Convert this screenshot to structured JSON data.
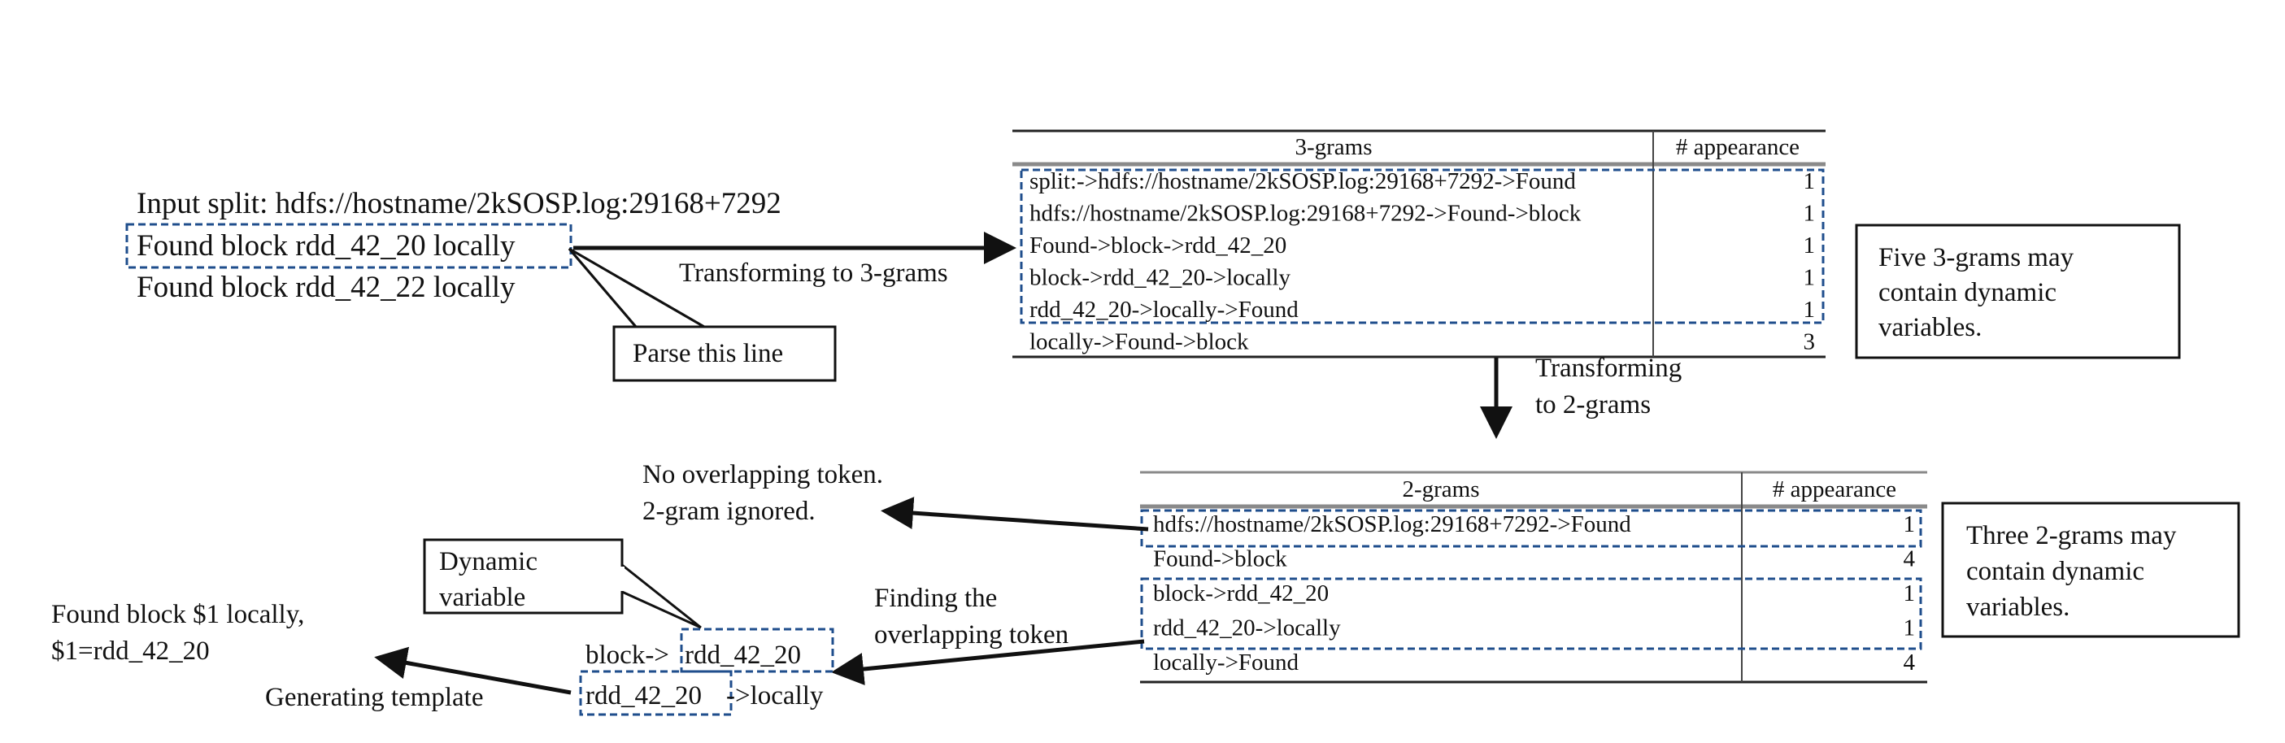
{
  "input_log": {
    "lines": [
      "Input split: hdfs://hostname/2kSOSP.log:29168+7292",
      "Found block rdd_42_20 locally",
      "Found block rdd_42_22 locally"
    ],
    "highlighted_line_index": 1
  },
  "callouts": {
    "parse_line": "Parse this line",
    "dynamic_variable_line1": "Dynamic",
    "dynamic_variable_line2": "variable"
  },
  "arrows": {
    "to_3grams": "Transforming to 3-grams",
    "to_2grams_line1": "Transforming",
    "to_2grams_line2": "to 2-grams",
    "no_overlap_line1": "No overlapping token.",
    "no_overlap_line2": "2-gram ignored.",
    "finding_line1": "Finding the",
    "finding_line2": "overlapping token",
    "generating": "Generating template"
  },
  "trigram_table": {
    "headers": [
      "3-grams",
      "# appearance"
    ],
    "rows": [
      {
        "gram": "split:->hdfs://hostname/2kSOSP.log:29168+7292->Found",
        "count": "1",
        "highlighted": true
      },
      {
        "gram": "hdfs://hostname/2kSOSP.log:29168+7292->Found->block",
        "count": "1",
        "highlighted": true
      },
      {
        "gram": "Found->block->rdd_42_20",
        "count": "1",
        "highlighted": true
      },
      {
        "gram": "block->rdd_42_20->locally",
        "count": "1",
        "highlighted": true
      },
      {
        "gram": "rdd_42_20->locally->Found",
        "count": "1",
        "highlighted": true
      },
      {
        "gram": "locally->Found->block",
        "count": "3",
        "highlighted": false
      }
    ]
  },
  "trigram_note": [
    "Five 3-grams may",
    "contain dynamic",
    "variables."
  ],
  "bigram_table": {
    "headers": [
      "2-grams",
      "# appearance"
    ],
    "rows": [
      {
        "gram": "hdfs://hostname/2kSOSP.log:29168+7292->Found",
        "count": "1",
        "highlighted": true
      },
      {
        "gram": "Found->block",
        "count": "4",
        "highlighted": false
      },
      {
        "gram": "block->rdd_42_20",
        "count": "1",
        "highlighted": true
      },
      {
        "gram": "rdd_42_20->locally",
        "count": "1",
        "highlighted": true
      },
      {
        "gram": "locally->Found",
        "count": "4",
        "highlighted": false
      }
    ]
  },
  "bigram_note": [
    "Three 2-grams may",
    "contain dynamic",
    "variables."
  ],
  "overlap": {
    "line1_prefix": "block->",
    "line1_token": "rdd_42_20",
    "line2_token": "rdd_42_20",
    "line2_suffix": "->locally"
  },
  "template_result": {
    "line1": "Found block $1 locally,",
    "line2": "$1=rdd_42_20"
  },
  "colors": {
    "highlight_dash": "#1f4e8c",
    "text": "#111111"
  }
}
